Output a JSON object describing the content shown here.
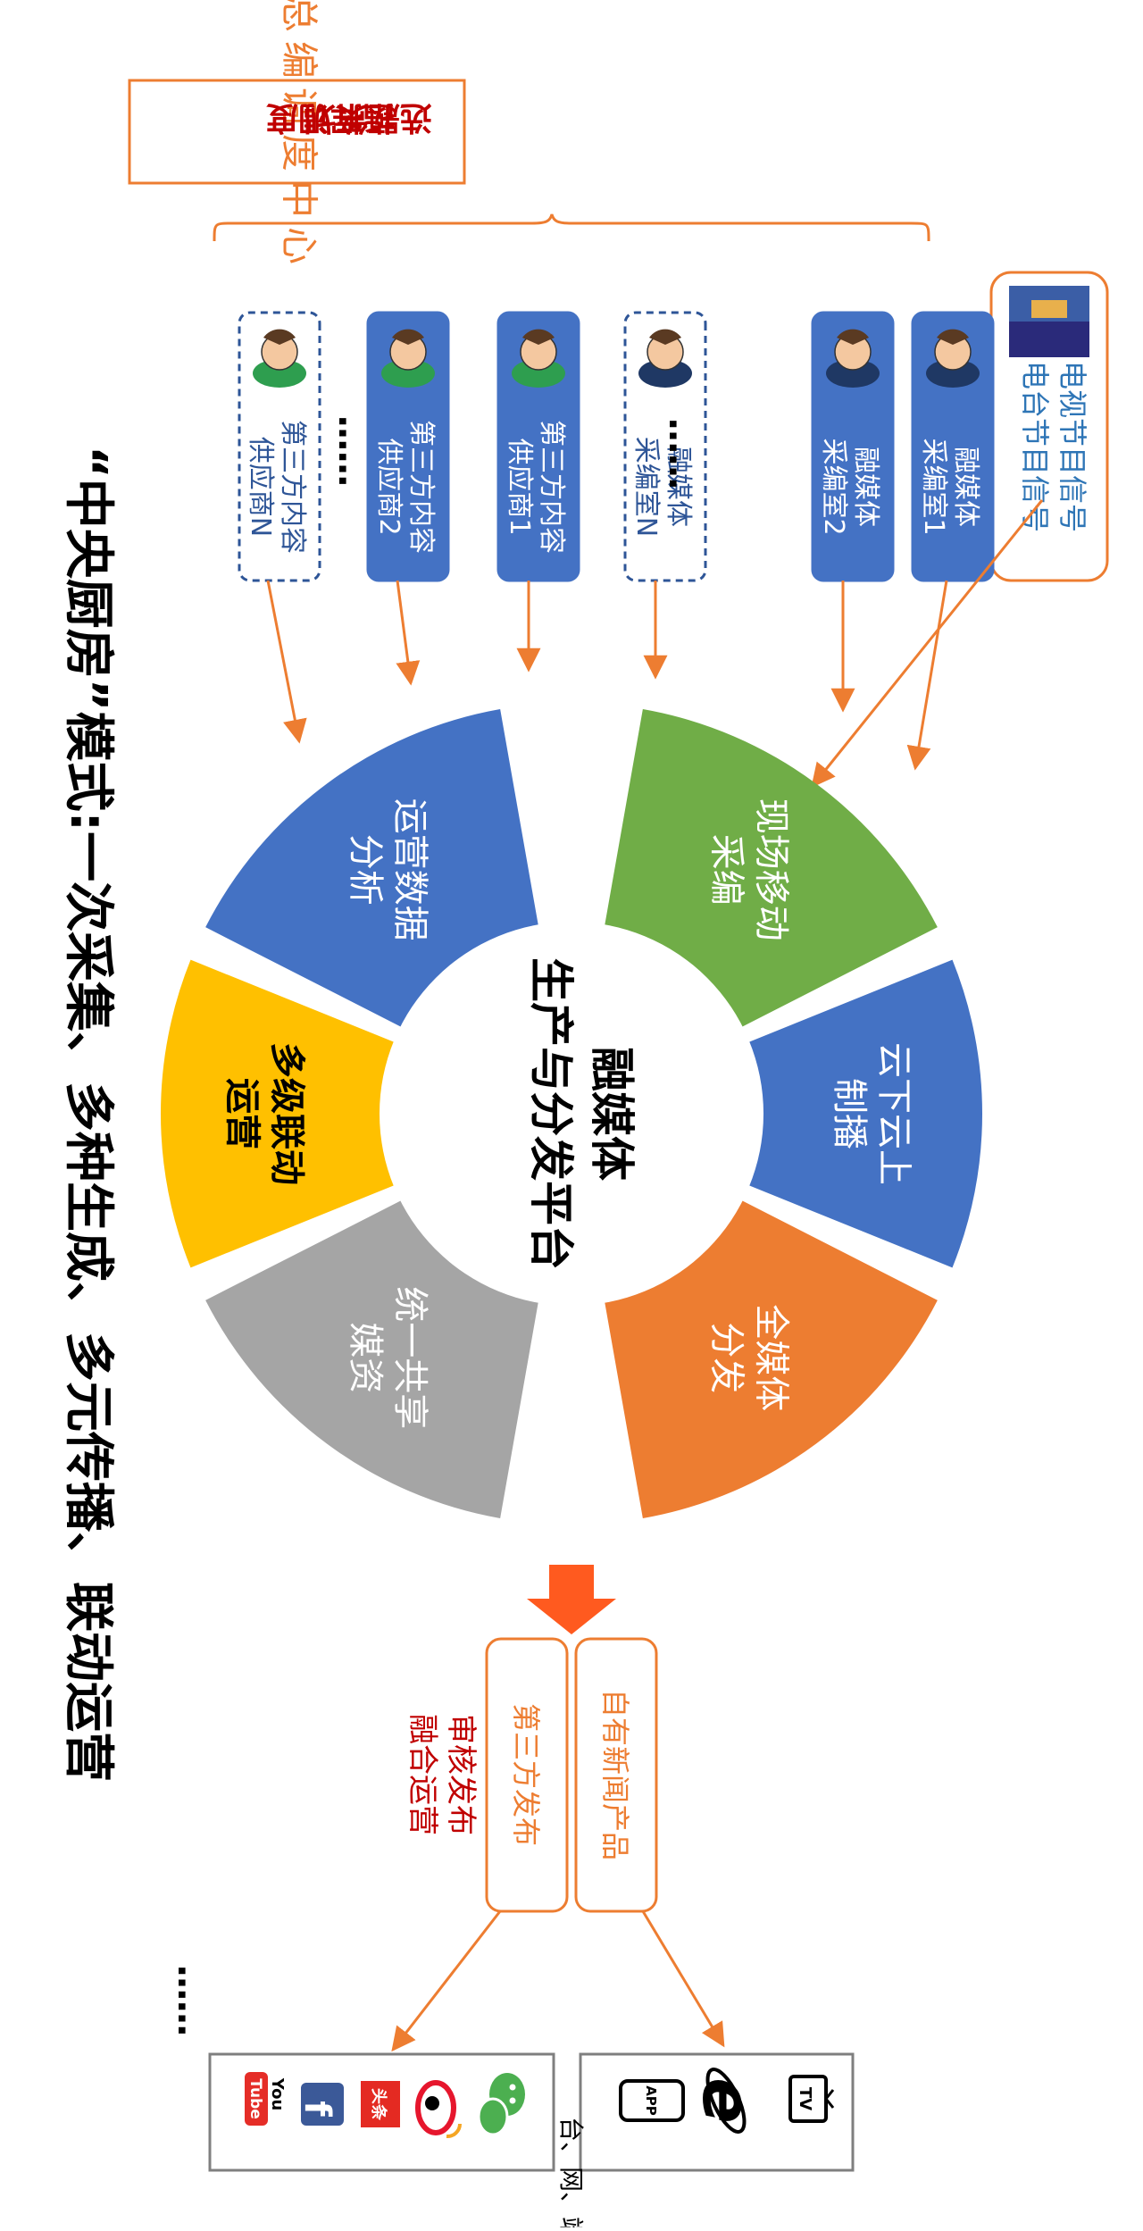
{
  "headline": {
    "quote": "“中央厨房”模式:",
    "slogan": "一次采集、多种生成、多元传播、联动运营"
  },
  "top_center": {
    "box_label": "总编调度中心",
    "side_label_1": "选题策划",
    "side_label_2": "指挥调度"
  },
  "tv_signal": {
    "line1": "电视节目信号",
    "line2": "电台节目信号"
  },
  "sources": [
    {
      "line1": "融媒体",
      "line2": "采编室1"
    },
    {
      "line1": "融媒体",
      "line2": "采编室2"
    },
    {
      "line1": "融媒体",
      "line2": "采编室N"
    },
    {
      "line1": "第三方内容",
      "line2": "供应商1"
    },
    {
      "line1": "第三方内容",
      "line2": "供应商2"
    },
    {
      "line1": "第三方内容",
      "line2": "供应商N"
    }
  ],
  "ellipsis": "……",
  "wheel": {
    "center_line1": "融媒体",
    "center_line2": "生产与分发平台",
    "segments": [
      {
        "line1": "现场移动",
        "line2": "采编",
        "color": "#70AD47"
      },
      {
        "line1": "云下云上",
        "line2": "制播",
        "color": "#4472C4"
      },
      {
        "line1": "全媒体",
        "line2": "分发",
        "color": "#ED7D31"
      },
      {
        "line1": "统一共享",
        "line2": "媒资",
        "color": "#A5A5A5"
      },
      {
        "line1": "多级联动",
        "line2": "运营",
        "color": "#FFC000"
      },
      {
        "line1": "运营数据",
        "line2": "分析",
        "color": "#4472C4"
      }
    ]
  },
  "outputs": {
    "own_news": "自有新闻产品",
    "third_party": "第三方发布",
    "review_line1": "审核发布",
    "review_line2": "融合运营",
    "terminals_label": "台、网、端",
    "own_icons": [
      "tv-icon",
      "ie-icon",
      "app-icon"
    ],
    "third_icons": [
      "wechat-icon",
      "weibo-icon",
      "toutiao-icon",
      "facebook-icon",
      "youtube-icon"
    ],
    "tv_text": "TV",
    "app_text": "APP",
    "toutiao_text": "头条",
    "youtube_top": "You",
    "youtube_bottom": "Tube"
  },
  "colors": {
    "orange": "#ED7D31",
    "blue_box": "#4472C4",
    "title_red": "#C00000",
    "signal_blue": "#2E75B6"
  }
}
